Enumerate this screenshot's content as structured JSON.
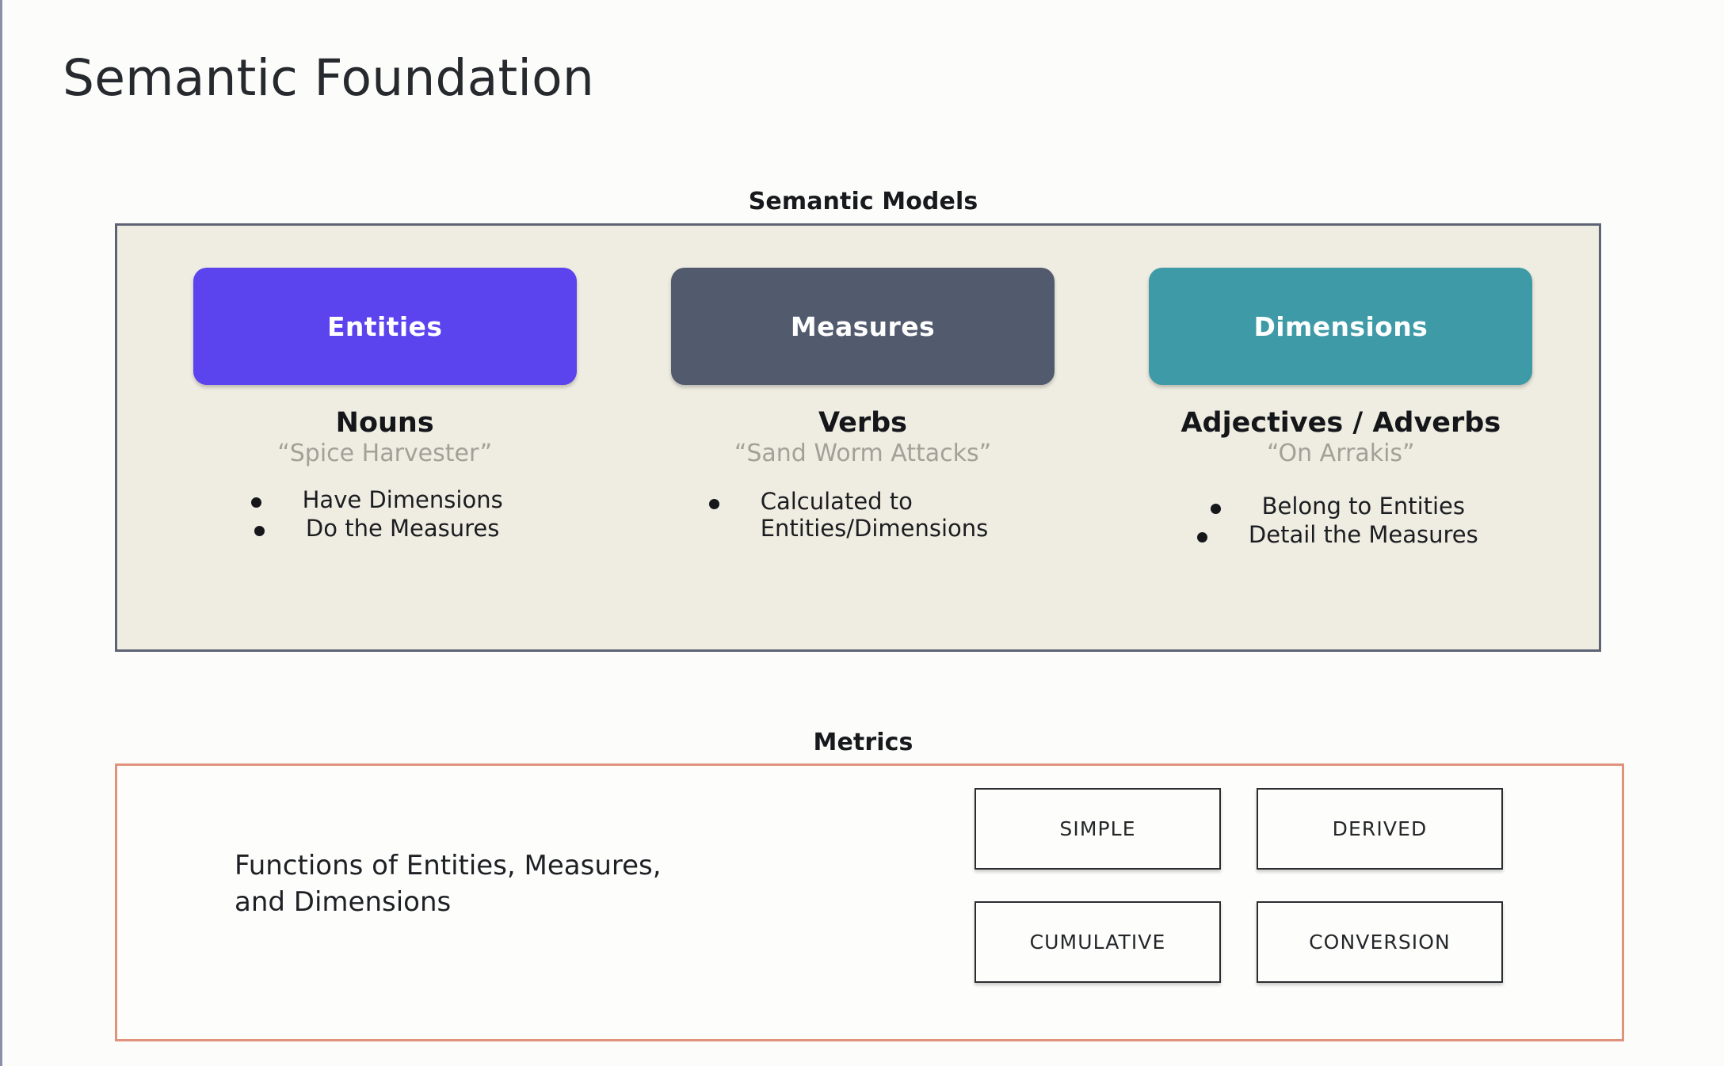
{
  "page_title": "Semantic Foundation",
  "semantic_models": {
    "heading": "Semantic Models",
    "panel_fill": "#EFEDE1",
    "panel_border": "#5D6374",
    "columns": [
      {
        "pill_label": "Entities",
        "pill_color": "#5B43EE",
        "part_of_speech": "Nouns",
        "example": "“Spice Harvester”",
        "bullets": [
          "Have Dimensions",
          "Do the Measures"
        ]
      },
      {
        "pill_label": "Measures",
        "pill_color": "#525A6E",
        "part_of_speech": "Verbs",
        "example": "“Sand Worm Attacks”",
        "bullets": [
          "Calculated to\nEntities/Dimensions"
        ]
      },
      {
        "pill_label": "Dimensions",
        "pill_color": "#3D9AA6",
        "part_of_speech": "Adjectives / Adverbs",
        "example": "“On Arrakis”",
        "bullets": [
          "Belong to Entities",
          "Detail the Measures"
        ]
      }
    ]
  },
  "metrics": {
    "heading": "Metrics",
    "panel_border": "#E0927C",
    "description": "Functions of Entities, Measures,\nand Dimensions",
    "types": [
      "SIMPLE",
      "DERIVED",
      "CUMULATIVE",
      "CONVERSION"
    ]
  }
}
